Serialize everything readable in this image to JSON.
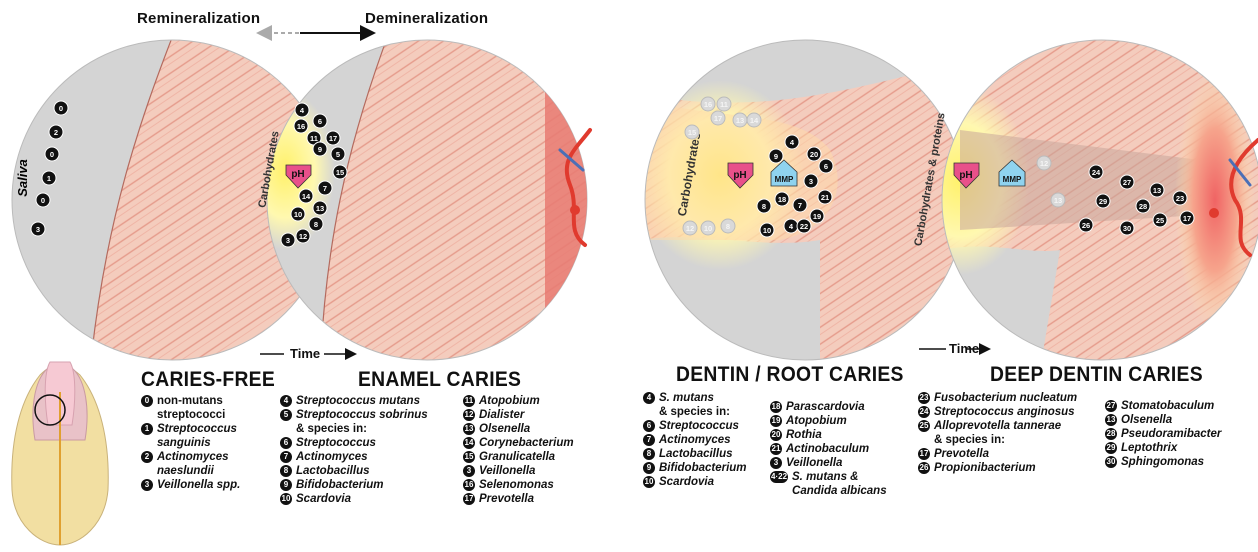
{
  "headers": {
    "remineralization": "Remineralization",
    "demineralization": "Demineralization",
    "time": "Time",
    "saliva": "Saliva"
  },
  "labels": {
    "carbohydrates": "Carbohydrates",
    "carb_proteins": "Carbohydrates & proteins",
    "ph": "pH",
    "mmp": "MMP"
  },
  "panels": {
    "caries_free": {
      "title": "CARIES-FREE",
      "items": [
        {
          "n": "0",
          "lines": [
            "non-mutans",
            "streptococci"
          ],
          "italic": false
        },
        {
          "n": "1",
          "lines": [
            "Streptococcus",
            "sanguinis"
          ],
          "italic": true
        },
        {
          "n": "2",
          "lines": [
            "Actinomyces",
            "naeslundii"
          ],
          "italic": true
        },
        {
          "n": "3",
          "lines": [
            "Veillonella spp."
          ],
          "italic": true
        }
      ]
    },
    "enamel": {
      "title": "ENAMEL CARIES",
      "col1": [
        {
          "n": "4",
          "text": "Streptococcus mutans",
          "italic": true
        },
        {
          "n": "5",
          "text": "Streptococcus sobrinus",
          "italic": true
        },
        {
          "n": "",
          "text": "& species in:",
          "italic": false
        },
        {
          "n": "6",
          "text": "Streptococcus",
          "italic": true
        },
        {
          "n": "7",
          "text": "Actinomyces",
          "italic": true
        },
        {
          "n": "8",
          "text": "Lactobacillus",
          "italic": true
        },
        {
          "n": "9",
          "text": "Bifidobacterium",
          "italic": true
        },
        {
          "n": "10",
          "text": "Scardovia",
          "italic": true
        }
      ],
      "col2": [
        {
          "n": "11",
          "text": "Atopobium"
        },
        {
          "n": "12",
          "text": "Dialister"
        },
        {
          "n": "13",
          "text": "Olsenella"
        },
        {
          "n": "14",
          "text": "Corynebacterium"
        },
        {
          "n": "15",
          "text": "Granulicatella"
        },
        {
          "n": "3",
          "text": "Veillonella"
        },
        {
          "n": "16",
          "text": "Selenomonas"
        },
        {
          "n": "17",
          "text": "Prevotella"
        }
      ]
    },
    "dentin": {
      "title": "DENTIN / ROOT CARIES",
      "col1": [
        {
          "n": "4",
          "text": "S. mutans",
          "italic": true
        },
        {
          "n": "",
          "text": "& species in:",
          "italic": false
        },
        {
          "n": "6",
          "text": "Streptococcus",
          "italic": true
        },
        {
          "n": "7",
          "text": "Actinomyces",
          "italic": true
        },
        {
          "n": "8",
          "text": "Lactobacillus",
          "italic": true
        },
        {
          "n": "9",
          "text": "Bifidobacterium",
          "italic": true
        },
        {
          "n": "10",
          "text": "Scardovia",
          "italic": true
        }
      ],
      "col2": [
        {
          "n": "18",
          "text": "Parascardovia"
        },
        {
          "n": "19",
          "text": "Atopobium"
        },
        {
          "n": "20",
          "text": "Rothia"
        },
        {
          "n": "21",
          "text": "Actinobaculum"
        },
        {
          "n": "3",
          "text": "Veillonella"
        },
        {
          "n": "4·22",
          "text": "S. mutans &",
          "text2": "Candida albicans"
        }
      ]
    },
    "deep": {
      "title": "DEEP DENTIN CARIES",
      "col1": [
        {
          "n": "23",
          "text": "Fusobacterium nucleatum",
          "italic": true
        },
        {
          "n": "24",
          "text": "Streptococcus anginosus",
          "italic": true
        },
        {
          "n": "25",
          "text": "Alloprevotella tannerae",
          "italic": true
        },
        {
          "n": "",
          "text": "& species in:",
          "italic": false
        },
        {
          "n": "17",
          "text": "Prevotella",
          "italic": true
        },
        {
          "n": "26",
          "text": "Propionibacterium",
          "italic": true
        }
      ],
      "col2": [
        {
          "n": "27",
          "text": "Stomatobaculum"
        },
        {
          "n": "13",
          "text": "Olsenella"
        },
        {
          "n": "28",
          "text": "Pseudoramibacter"
        },
        {
          "n": "29",
          "text": "Leptothrix"
        },
        {
          "n": "30",
          "text": "Sphingomonas"
        }
      ]
    }
  },
  "diagram_markers": {
    "saliva_column": [
      "0",
      "2",
      "0",
      "1",
      "0",
      "3"
    ],
    "enamel_arc": [
      "4",
      "6",
      "16",
      "11",
      "17",
      "9",
      "5",
      "15",
      "14",
      "7",
      "13",
      "10",
      "8",
      "12",
      "3"
    ],
    "dentin_cluster": [
      "4",
      "20",
      "9",
      "6",
      "3",
      "18",
      "21",
      "8",
      "7",
      "19",
      "10",
      "4",
      "22"
    ],
    "deep_cluster": [
      "24",
      "27",
      "13",
      "23",
      "29",
      "28",
      "26",
      "30",
      "25",
      "17"
    ],
    "faded_markers": [
      "16",
      "11",
      "13",
      "14",
      "17",
      "15",
      "12",
      "10",
      "8",
      "12",
      "13"
    ]
  },
  "colors": {
    "enamel": "#f3c9b9",
    "gray": "#d0d0d0",
    "pulp": "#e8807a",
    "yellow": "#fff27a",
    "ph_pink": "#e8508a",
    "mmp_blue": "#8fd3ef"
  }
}
